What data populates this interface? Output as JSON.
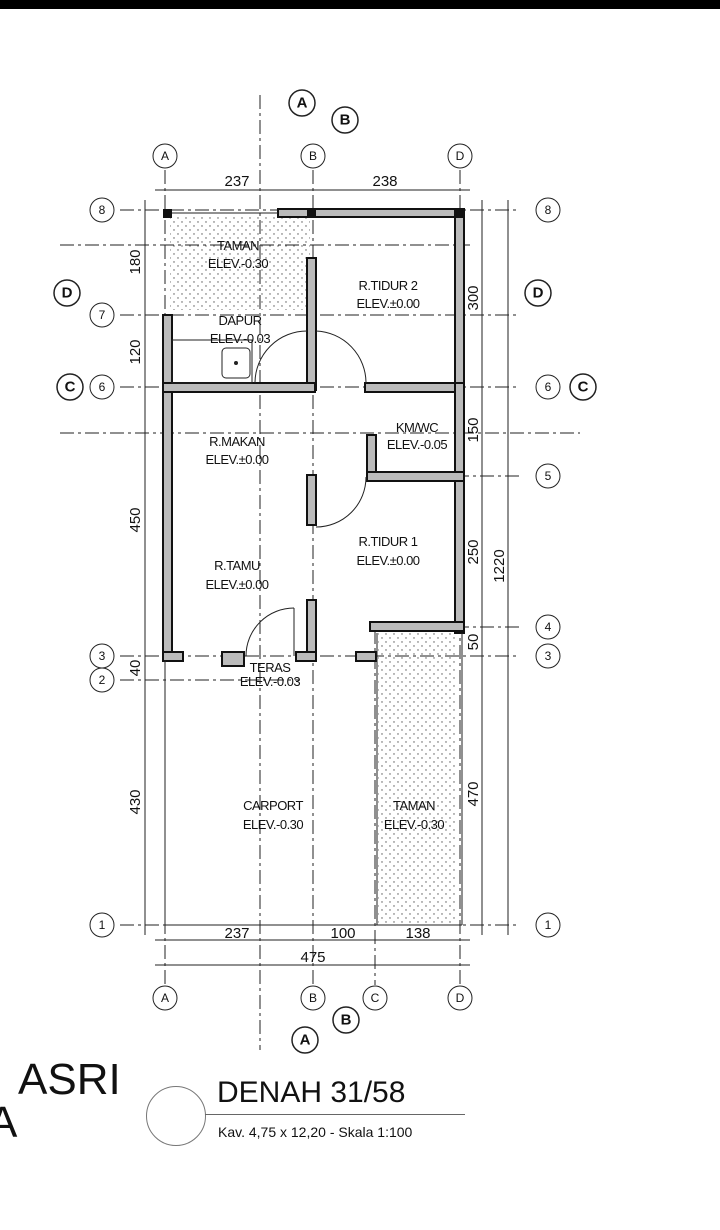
{
  "drawing": {
    "title": "DENAH 31/58",
    "subtitle": "Kav. 4,75 x 12,20 - Skala 1:100",
    "brand_line1": "ASRI",
    "brand_line2": "A"
  },
  "rooms": [
    {
      "name": "TAMAN",
      "elev": "ELEV.-0.30"
    },
    {
      "name": "DAPUR",
      "elev": "ELEV.-0.03"
    },
    {
      "name": "R.TIDUR 2",
      "elev": "ELEV.±0.00"
    },
    {
      "name": "R.MAKAN",
      "elev": "ELEV.±0.00"
    },
    {
      "name": "KM/WC",
      "elev": "ELEV.-0.05"
    },
    {
      "name": "R.TIDUR 1",
      "elev": "ELEV.±0.00"
    },
    {
      "name": "R.TAMU",
      "elev": "ELEV.±0.00"
    },
    {
      "name": "TERAS",
      "elev": "ELEV.-0.03"
    },
    {
      "name": "CARPORT",
      "elev": "ELEV.-0.30"
    },
    {
      "name": "TAMAN",
      "elev": "ELEV.-0.30"
    }
  ],
  "dims": {
    "top": [
      "237",
      "238"
    ],
    "bottom": [
      "237",
      "100",
      "138"
    ],
    "bottom_total": "475",
    "left": [
      "180",
      "120",
      "450",
      "40",
      "430"
    ],
    "right": [
      "300",
      "150",
      "250",
      "50",
      "470"
    ],
    "right_total": "1220"
  },
  "grid_cols": [
    "A",
    "B",
    "C",
    "D"
  ],
  "grid_rows": [
    "8",
    "7",
    "6",
    "5",
    "4",
    "3",
    "2",
    "1"
  ],
  "sections": [
    "A",
    "B",
    "C",
    "D"
  ]
}
